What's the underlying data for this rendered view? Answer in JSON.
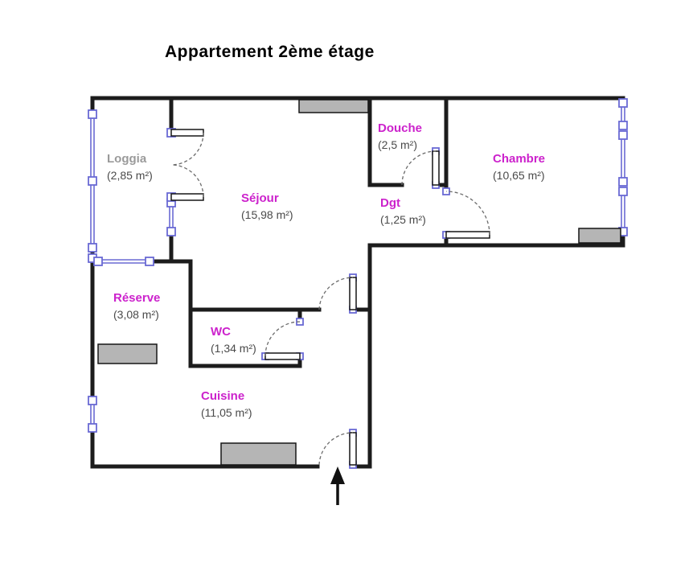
{
  "title": "Appartement 2ème étage",
  "rooms": [
    {
      "id": "loggia",
      "name": "Loggia",
      "area": "(2,85 m²)",
      "color": "#9a9a9a"
    },
    {
      "id": "sejour",
      "name": "Séjour",
      "area": "(15,98 m²)",
      "color": "#cc22cc"
    },
    {
      "id": "douche",
      "name": "Douche",
      "area": "(2,5 m²)",
      "color": "#cc22cc"
    },
    {
      "id": "chambre",
      "name": "Chambre",
      "area": "(10,65 m²)",
      "color": "#cc22cc"
    },
    {
      "id": "dgt",
      "name": "Dgt",
      "area": "(1,25 m²)",
      "color": "#cc22cc"
    },
    {
      "id": "reserve",
      "name": "Réserve",
      "area": "(3,08 m²)",
      "color": "#cc22cc"
    },
    {
      "id": "wc",
      "name": "WC",
      "area": "(1,34 m²)",
      "color": "#cc22cc"
    },
    {
      "id": "cuisine",
      "name": "Cuisine",
      "area": "(11,05 m²)",
      "color": "#cc22cc"
    }
  ],
  "colors": {
    "wall": "#1c1c1c",
    "window": "#6a6ad4",
    "radiator_fill": "#b5b5b5",
    "door_arc": "#6b6b6b",
    "area_text": "#4a4a4a",
    "title_text": "#000000",
    "background": "#ffffff"
  }
}
